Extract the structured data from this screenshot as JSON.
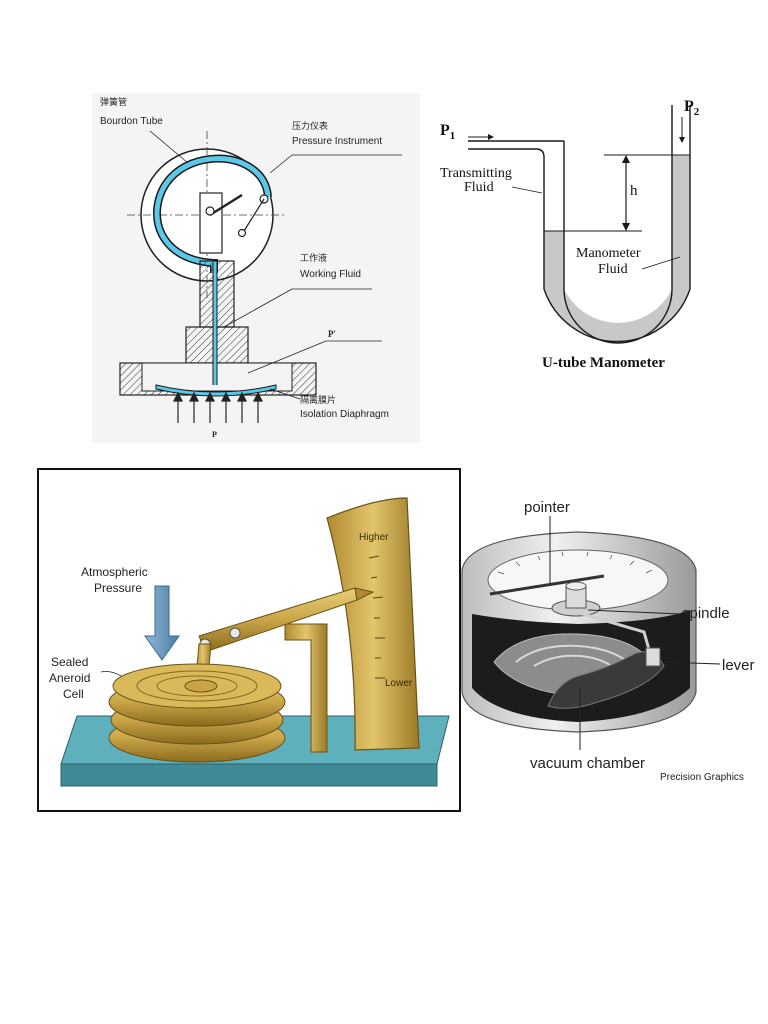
{
  "bourdon": {
    "bourdon_tube_cn": "弹簧管",
    "bourdon_tube": "Bourdon Tube",
    "pressure_instrument_cn": "压力仪表",
    "pressure_instrument": "Pressure Instrument",
    "working_fluid_cn": "工作液",
    "working_fluid": "Working Fluid",
    "p_prime": "P′",
    "isolation_diaphragm_cn": "隔离膜片",
    "isolation_diaphragm": "Isolation Diaphragm",
    "p": "P"
  },
  "manometer": {
    "p1_letter": "P",
    "p1_sub": "1",
    "p2_letter": "P",
    "p2_sub": "2",
    "h": "h",
    "transmitting": "Transmitting",
    "transmitting_fluid": "Fluid",
    "manometer_word": "Manometer",
    "manometer_fluid": "Fluid",
    "title": "U-tube Manometer"
  },
  "aneroid": {
    "atmospheric": "Atmospheric",
    "pressure": "Pressure",
    "sealed": "Sealed",
    "aneroid_word": "Aneroid",
    "cell": "Cell",
    "higher": "Higher",
    "lower": "Lower"
  },
  "cutaway": {
    "pointer": "pointer",
    "spindle": "spindle",
    "lever": "lever",
    "vacuum_chamber": "vacuum chamber",
    "credit": "Precision Graphics"
  },
  "colors": {
    "bourdon_tube": "#5bc8e8",
    "manometer_fluid": "#c8c8c8",
    "brass": "#c9a547",
    "base": "#4a9aa8"
  }
}
